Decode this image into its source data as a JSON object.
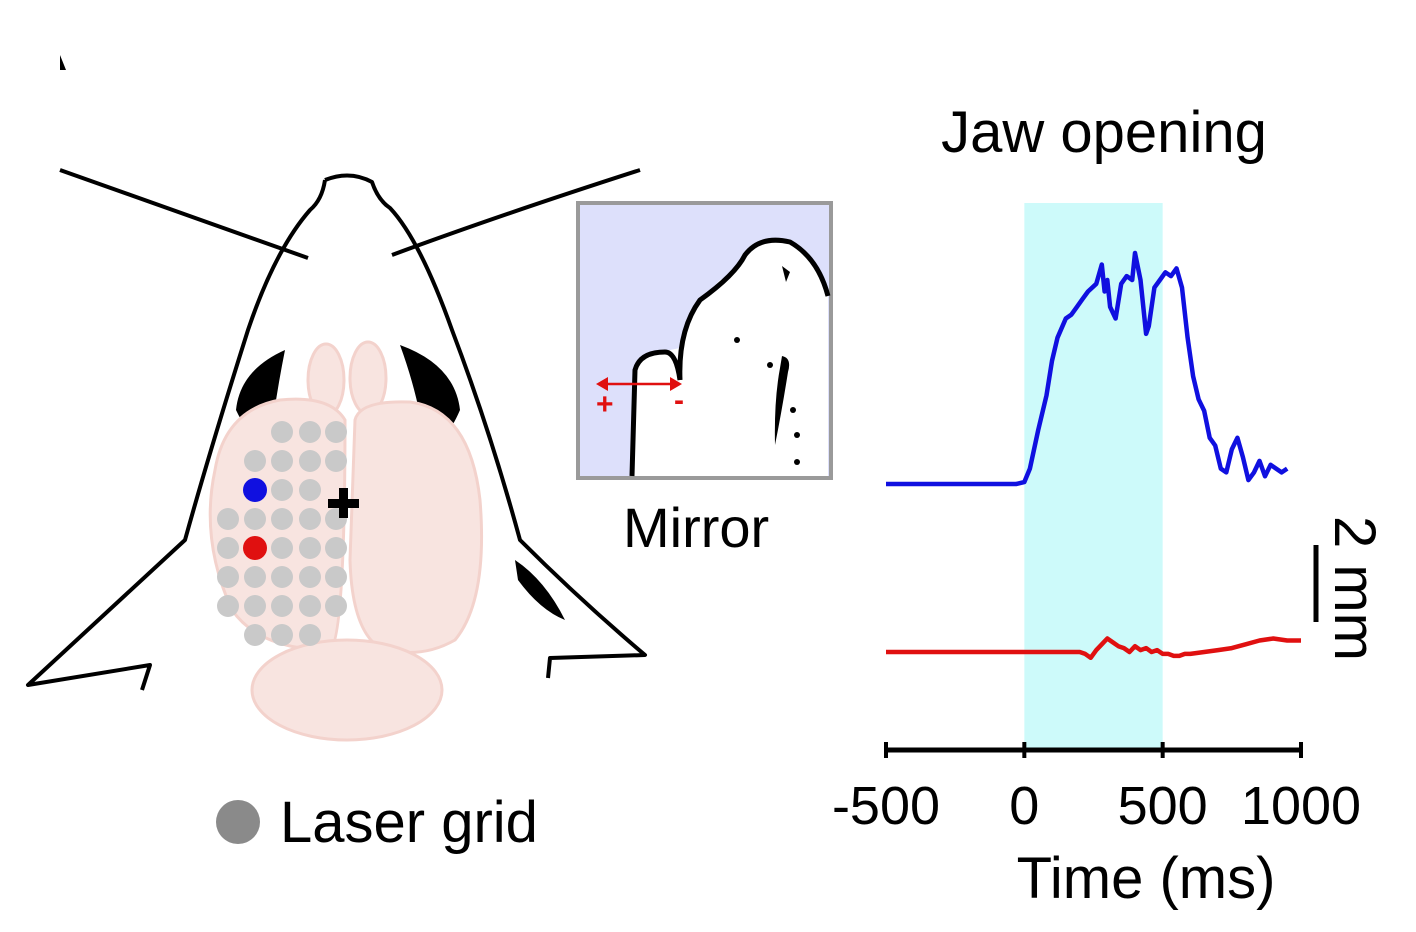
{
  "legend": {
    "label": "Laser grid",
    "marker_color": "#8a8a8a"
  },
  "mirror": {
    "label": "Mirror",
    "plus_sign": "+",
    "minus_sign": "-",
    "background": "#dde0fb",
    "arrow_color": "#e01010"
  },
  "markers": {
    "blue": "#1010e0",
    "red": "#e01010",
    "grid_dot": "#c9c9c9",
    "brain": "#f8e4e0"
  },
  "chart_data": {
    "type": "line",
    "title": "Jaw opening",
    "xlabel": "Time (ms)",
    "ylabel": "",
    "xlim": [
      -500,
      1000
    ],
    "x_ticks": [
      "-500",
      "0",
      "500",
      "1000"
    ],
    "scale_bar": {
      "label": "2 mm",
      "value_mm": 2
    },
    "stim_window_ms": [
      0,
      500
    ],
    "stim_color": "#cdfafa",
    "series": [
      {
        "color": "#1010e0",
        "x": [
          -500,
          -400,
          -300,
          -200,
          -100,
          -30,
          0,
          20,
          50,
          80,
          100,
          120,
          150,
          170,
          190,
          210,
          230,
          260,
          280,
          290,
          300,
          310,
          330,
          350,
          370,
          390,
          400,
          420,
          440,
          450,
          470,
          490,
          510,
          530,
          550,
          570,
          590,
          610,
          630,
          650,
          670,
          690,
          710,
          730,
          750,
          770,
          790,
          810,
          830,
          850,
          870,
          890,
          910,
          930,
          950
        ],
        "y": [
          0,
          0,
          0,
          0,
          0,
          0,
          0.05,
          0.4,
          1.4,
          2.3,
          3.2,
          3.8,
          4.3,
          4.4,
          4.6,
          4.8,
          5.0,
          5.2,
          5.7,
          5.0,
          5.3,
          4.6,
          4.3,
          5.2,
          5.4,
          5.3,
          6.0,
          5.3,
          3.9,
          4.1,
          5.1,
          5.3,
          5.5,
          5.4,
          5.6,
          5.1,
          3.8,
          2.8,
          2.2,
          1.9,
          1.2,
          1.0,
          0.4,
          0.3,
          0.9,
          1.2,
          0.7,
          0.1,
          0.3,
          0.6,
          0.2,
          0.5,
          0.4,
          0.3,
          0.4
        ]
      },
      {
        "color": "#e01010",
        "x": [
          -500,
          -400,
          -300,
          -200,
          -100,
          0,
          100,
          150,
          200,
          220,
          240,
          260,
          280,
          300,
          320,
          340,
          360,
          380,
          400,
          420,
          440,
          460,
          480,
          500,
          520,
          540,
          560,
          580,
          600,
          650,
          700,
          750,
          800,
          850,
          900,
          950,
          1000
        ],
        "y": [
          0,
          0,
          0,
          0,
          0,
          0,
          0,
          0,
          0,
          -0.05,
          -0.15,
          0.05,
          0.2,
          0.35,
          0.25,
          0.15,
          0.1,
          0.0,
          0.15,
          0.05,
          0.1,
          0.0,
          0.05,
          -0.05,
          -0.05,
          -0.1,
          -0.1,
          -0.05,
          -0.05,
          0.0,
          0.05,
          0.1,
          0.2,
          0.3,
          0.35,
          0.3,
          0.3
        ]
      }
    ]
  }
}
